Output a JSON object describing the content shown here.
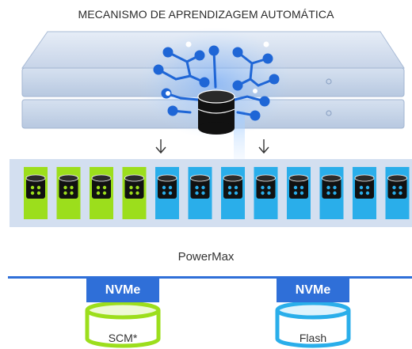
{
  "title": "MECANISMO DE APRENDIZAGEM AUTOMÁTICA",
  "product": "PowerMax",
  "tiers": [
    {
      "interface": "NVMe",
      "media": "SCM*",
      "color": "#9cde1c",
      "drive_count": 4
    },
    {
      "interface": "NVMe",
      "media": "Flash",
      "color": "#2aaeea",
      "drive_count": 8
    }
  ],
  "colors": {
    "scm": "#9cde1c",
    "flash": "#2aaeea",
    "nvme": "#2f6fd8",
    "chassis": "#c9d6ea",
    "brain_node": "#1f66d6",
    "drive": "#111111"
  },
  "icons": [
    "neural-network-icon",
    "database-icon",
    "down-arrow-icon",
    "drive-icon"
  ]
}
